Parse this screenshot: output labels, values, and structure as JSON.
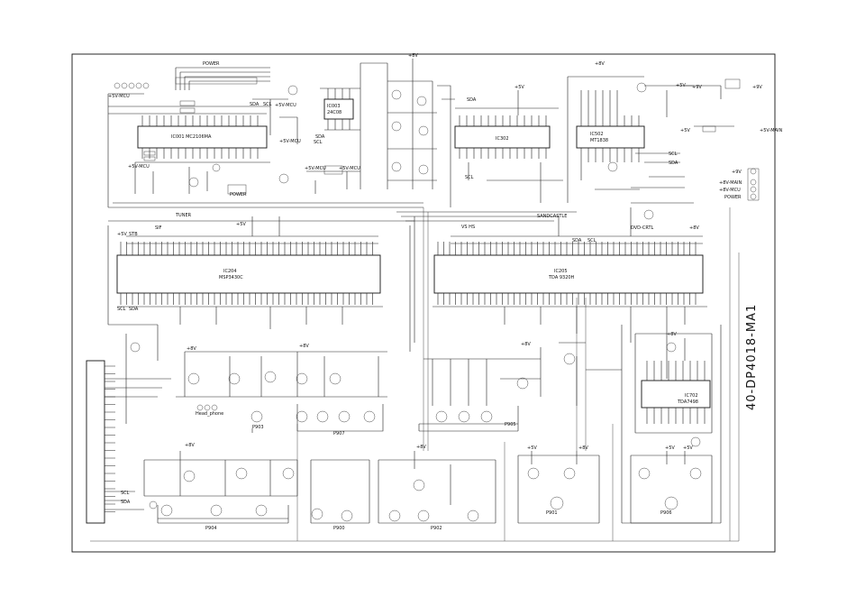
{
  "title": "40-DP4018-MA1",
  "ics": [
    {
      "ref": "IC001",
      "part": "MC2106MA"
    },
    {
      "ref": "IC003",
      "part": "24C08"
    },
    {
      "ref": "IC302",
      "part": ""
    },
    {
      "ref": "IC502",
      "part": "MT1838"
    },
    {
      "ref": "IC204",
      "part": "MSP3430C"
    },
    {
      "ref": "IC205",
      "part": "TDA 9320H"
    },
    {
      "ref": "IC702",
      "part": "TDA7498"
    }
  ],
  "nets": {
    "p5v_mcu": "+5V-MCU",
    "p5v": "+5V",
    "p8v": "+8V",
    "p5v_main": "+5V-MAIN",
    "p8v_main": "+8V-MAIN",
    "sda": "SDA",
    "scl": "SCL",
    "power": "POWER",
    "tuner": "TUNER",
    "sif": "SIF",
    "stb": "STB",
    "dvd_ctrl": "DVD-CRTL",
    "sandcastle": "SANDCASTLE",
    "vs_hs": "VS  HS"
  },
  "right_connector_pins": [
    "+9V",
    "+8V-MAIN",
    "+8V-MCU",
    "POWER"
  ],
  "connectors": [
    "P903",
    "P907",
    "P905",
    "P904",
    "P900",
    "P902",
    "P901",
    "P906"
  ],
  "headphone_label": "Head_phone",
  "power_pins": [
    "+5V",
    "+9V",
    "+5V",
    "+5V-MAIN"
  ]
}
